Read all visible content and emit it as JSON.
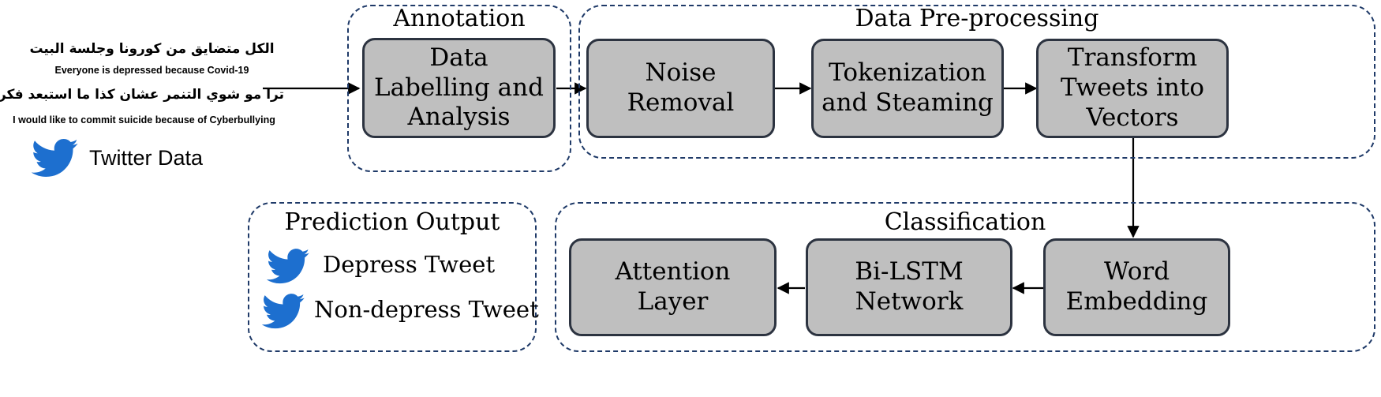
{
  "input": {
    "samples": [
      {
        "arabic": "الكل متضايق من كورونا وجلسة البيت",
        "english": "Everyone is depressed because Covid-19"
      },
      {
        "arabic": "ترا مو شوي التنمر عشان كذا ما استبعد فكرت الانتحار",
        "english": "I would like to commit suicide because of Cyberbullying"
      }
    ],
    "source_label": "Twitter Data",
    "source_icon": "twitter-bird-icon"
  },
  "groups": {
    "annotation": {
      "title": "Annotation",
      "steps": [
        "Data Labelling and Analysis"
      ]
    },
    "preprocessing": {
      "title": "Data Pre-processing",
      "steps": [
        "Noise Removal",
        "Tokenization and Steaming",
        "Transform Tweets into Vectors"
      ]
    },
    "classification": {
      "title": "Classification",
      "steps": [
        "Word Embedding",
        "Bi-LSTM Network",
        "Attention Layer"
      ]
    },
    "prediction": {
      "title": "Prediction Output",
      "outputs": [
        "Depress Tweet",
        "Non-depress Tweet"
      ]
    }
  },
  "colors": {
    "box_fill": "#bfbfbf",
    "box_border": "#2c3340",
    "group_border": "#1f3a68",
    "twitter_blue": "#1d6fcf"
  }
}
